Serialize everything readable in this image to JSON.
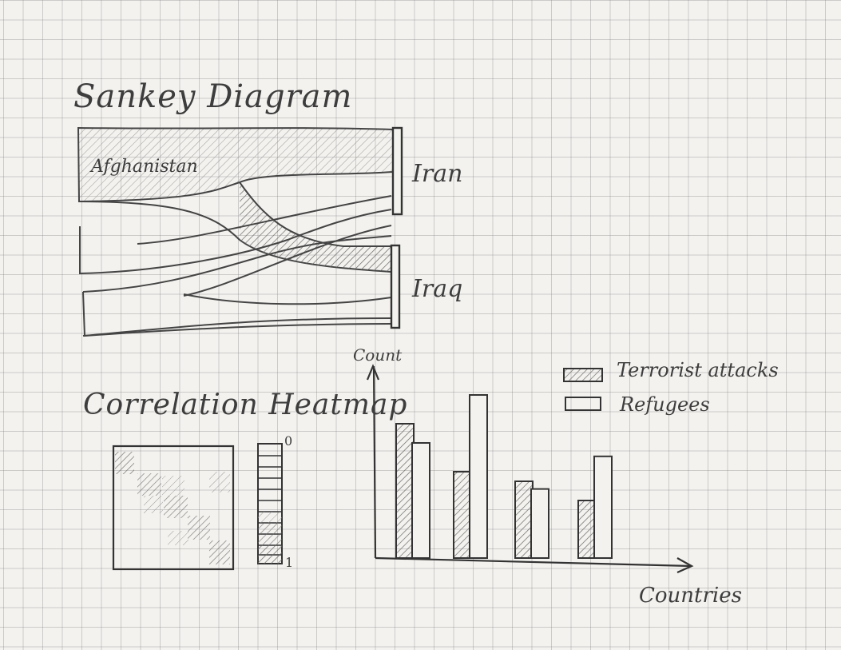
{
  "sankey": {
    "title": "Sankey Diagram",
    "source_label": "Afghanistan",
    "targets": [
      "Iran",
      "Iraq"
    ]
  },
  "heatmap": {
    "title": "Correlation Heatmap",
    "scale_top": "0",
    "scale_bottom": "1"
  },
  "bar_chart": {
    "ylabel": "Count",
    "xlabel": "Countries",
    "legend": [
      "Terrorist attacks",
      "Refugees"
    ]
  },
  "chart_data": {
    "type": "bar",
    "ylabel": "Count",
    "xlabel": "Countries",
    "categories": [
      "",
      "",
      "",
      ""
    ],
    "series": [
      {
        "name": "Terrorist attacks",
        "values": [
          7,
          4.5,
          4,
          3
        ]
      },
      {
        "name": "Refugees",
        "values": [
          6,
          8.5,
          3.6,
          5.3
        ]
      }
    ],
    "ylim": [
      0,
      10
    ]
  }
}
